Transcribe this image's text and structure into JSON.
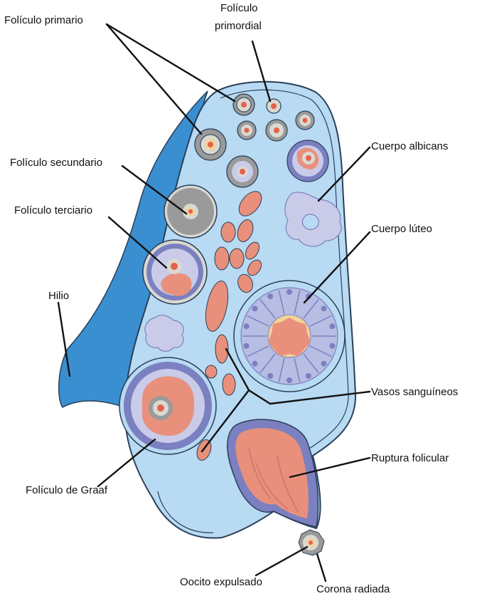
{
  "labels": {
    "primario": "Folículo primario",
    "primordial_1": "Folículo",
    "primordial_2": "primordial",
    "albicans": "Cuerpo albicans",
    "secundario": "Folículo secundario",
    "terciario": "Folículo terciario",
    "luteo": "Cuerpo lúteo",
    "hilio": "Hilio",
    "vasos": "Vasos sanguíneos",
    "ruptura": "Ruptura folicular",
    "graaf": "Folículo de Graaf",
    "oocito": "Oocito expulsado",
    "corona": "Corona radiada"
  },
  "colors": {
    "stroma": "#b8daf2",
    "hilum": "#3a8fd0",
    "outline": "#2a3f5a",
    "follicle_gray": "#9a9a9a",
    "follicle_light": "#d9d9d2",
    "theca_purple": "#7b80c0",
    "granulosa": "#c9cbe8",
    "luteal": "#b7bde3",
    "vessel": "#e8907c",
    "oocyte": "#f1d29a",
    "nucleus": "#e5624a"
  }
}
